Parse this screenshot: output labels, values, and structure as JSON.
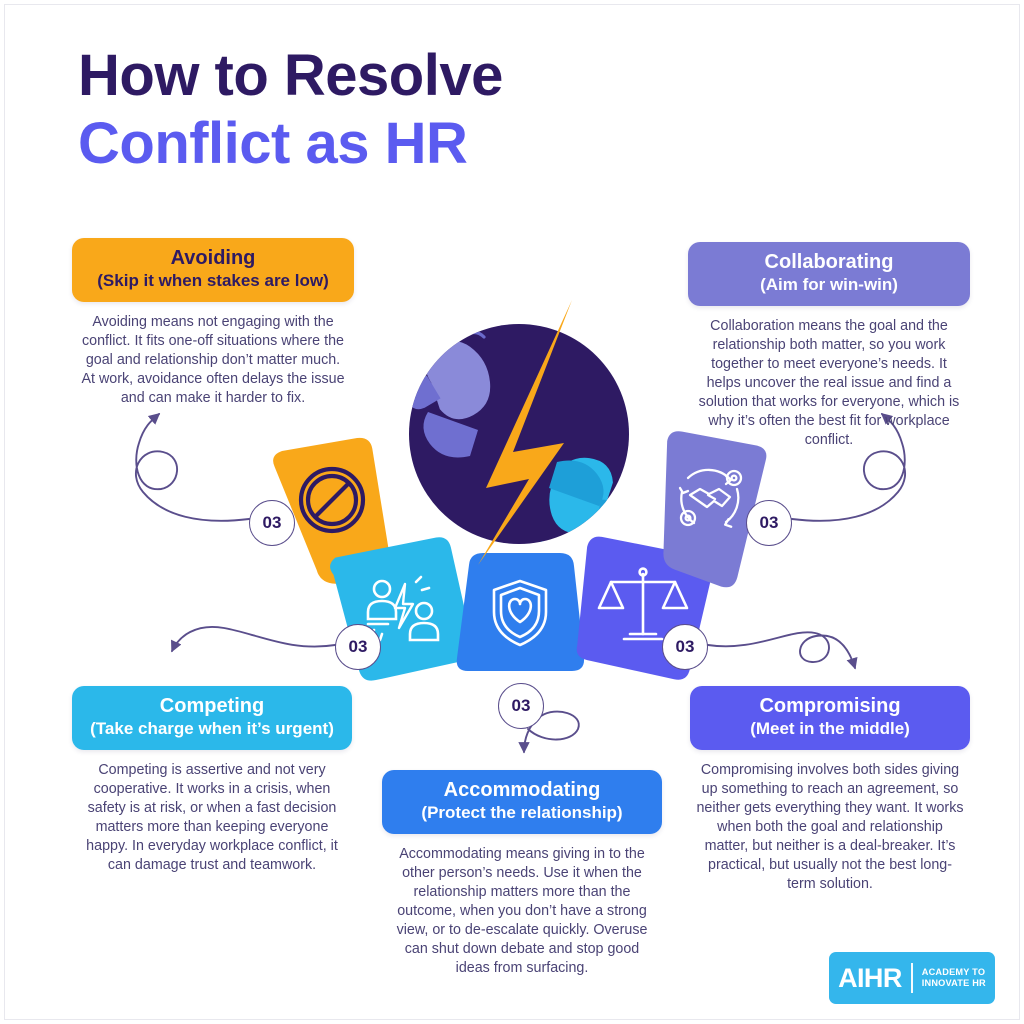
{
  "title": {
    "line1": "How to Resolve",
    "line2": "Conflict as HR"
  },
  "center": {
    "illustration": "boxing-gloves-lightning",
    "circle_color": "#2E1A63",
    "bolt_color": "#F9A81A",
    "glove_left_color": "#7B7BD4",
    "glove_right_color": "#2BB8EA"
  },
  "styles": [
    {
      "key": "avoiding",
      "title": "Avoiding",
      "subtitle": "(Skip it when stakes are low)",
      "body": "Avoiding means not engaging with the conflict. It fits one-off situations where the goal and relationship don’t matter much. At work, avoidance often delays the issue and can make it harder to fix.",
      "badge": "03",
      "icon": "prohibited-icon",
      "color": "#F9A81A"
    },
    {
      "key": "competing",
      "title": "Competing",
      "subtitle": "(Take charge when it’s urgent)",
      "body": "Competing is assertive and not very cooperative. It works in a crisis, when safety is at risk, or when a fast decision matters more than keeping everyone happy. In everyday workplace conflict, it can damage trust and teamwork.",
      "badge": "03",
      "icon": "argument-icon",
      "color": "#2BB8EA"
    },
    {
      "key": "accommodating",
      "title": "Accommodating",
      "subtitle": "(Protect the relationship)",
      "body": "Accommodating means giving in to the other person’s needs. Use it when the relationship matters more than the outcome, when you don’t have a strong view, or to de-escalate quickly. Overuse can shut down debate and stop good ideas from surfacing.",
      "badge": "03",
      "icon": "shield-heart-icon",
      "color": "#2F7EEE"
    },
    {
      "key": "compromising",
      "title": "Compromising",
      "subtitle": "(Meet in the middle)",
      "body": "Compromising involves both sides giving up something to reach an agreement, so neither gets everything they want. It works when both the goal and relationship matter, but neither is a deal-breaker. It’s practical, but usually not the best long-term solution.",
      "badge": "03",
      "icon": "balance-scales-icon",
      "color": "#5B5BF0"
    },
    {
      "key": "collaborating",
      "title": "Collaborating",
      "subtitle": "(Aim for win-win)",
      "body": "Collaboration means the goal and the relationship both matter, so you work together to meet everyone’s needs. It helps uncover the real issue and find a solution that works for everyone, which is why it’s often the best fit for workplace conflict.",
      "badge": "03",
      "icon": "handshake-icon",
      "color": "#7B7BD4"
    }
  ],
  "logo": {
    "word": "AIHR",
    "tagline_line1": "ACADEMY TO",
    "tagline_line2": "INNOVATE HR",
    "color": "#34B6EC"
  }
}
